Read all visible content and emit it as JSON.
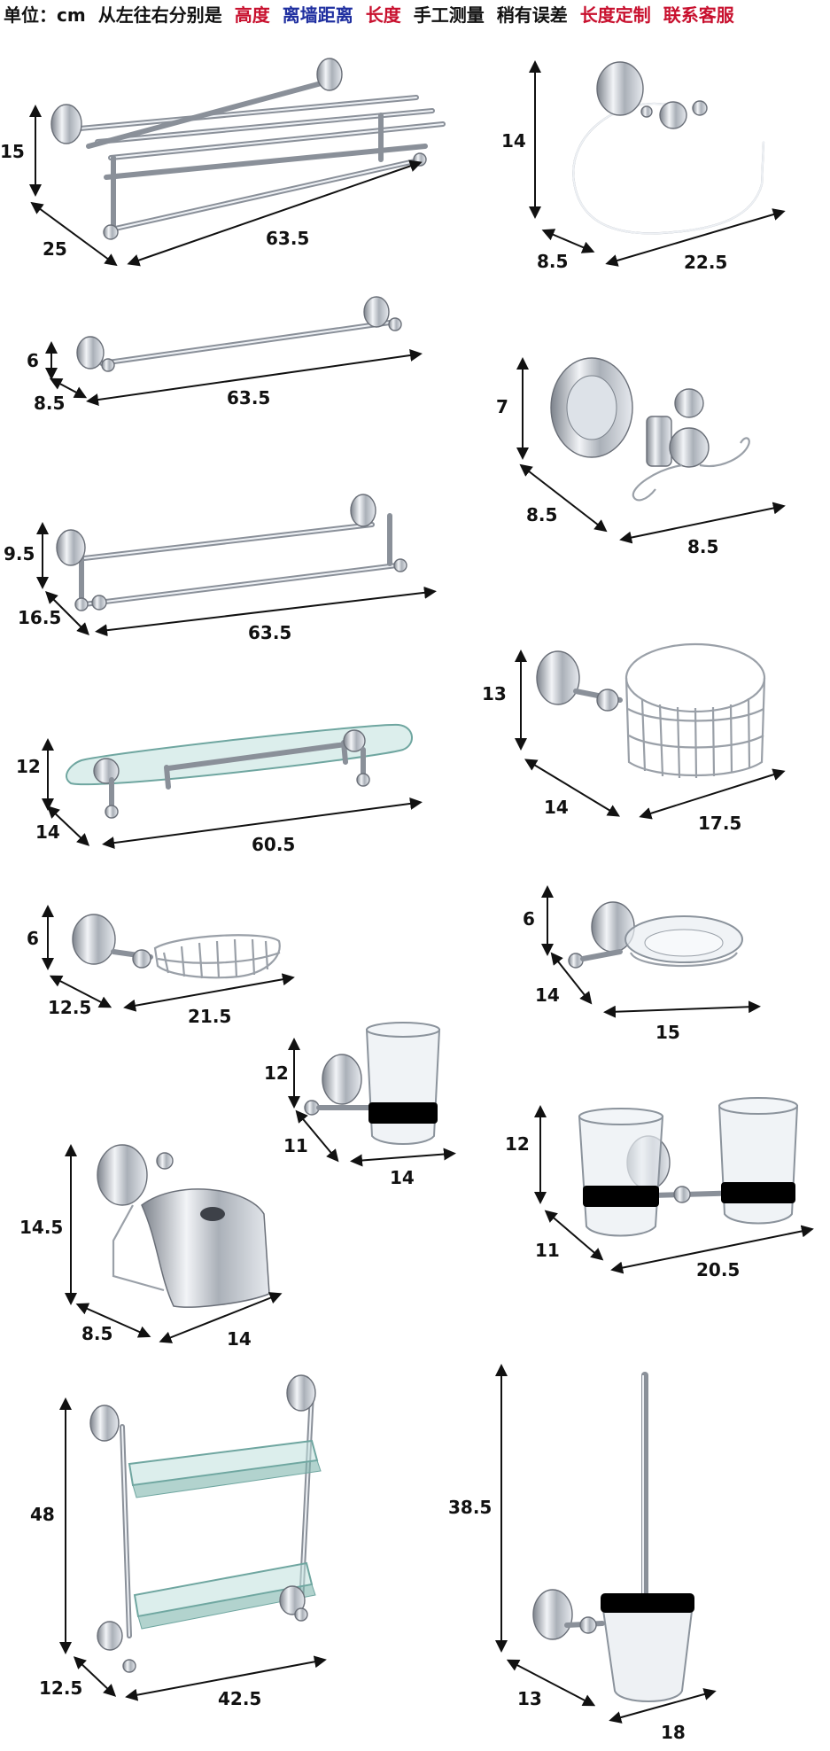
{
  "header": {
    "units": "单位：cm",
    "order_intro": "从左往右分别是",
    "height": "高度",
    "wall_distance": "离墙距离",
    "length": "长度",
    "manual_measure": "手工测量",
    "slight_error": "稍有误差",
    "length_custom": "长度定制",
    "contact_service": "联系客服"
  },
  "colors": {
    "red": "#c8102e",
    "blue": "#1f2fa0",
    "black": "#111111"
  },
  "items": [
    {
      "id": "towel-rack-shelf",
      "height": "15",
      "depth": "25",
      "length": "63.5"
    },
    {
      "id": "towel-ring",
      "height": "14",
      "depth": "8.5",
      "length": "22.5"
    },
    {
      "id": "single-towel-bar",
      "height": "6",
      "depth": "8.5",
      "length": "63.5"
    },
    {
      "id": "robe-hook",
      "height": "7",
      "depth": "8.5",
      "length": "8.5"
    },
    {
      "id": "double-towel-bar",
      "height": "9.5",
      "depth": "16.5",
      "length": "63.5"
    },
    {
      "id": "wire-basket",
      "height": "13",
      "depth": "14",
      "length": "17.5"
    },
    {
      "id": "glass-shelf",
      "height": "12",
      "depth": "14",
      "length": "60.5"
    },
    {
      "id": "soap-basket",
      "height": "6",
      "depth": "12.5",
      "length": "21.5"
    },
    {
      "id": "soap-dish",
      "height": "6",
      "depth": "14",
      "length": "15"
    },
    {
      "id": "single-tumbler",
      "height": "12",
      "depth": "11",
      "length": "14"
    },
    {
      "id": "double-tumbler",
      "height": "12",
      "depth": "11",
      "length": "20.5"
    },
    {
      "id": "paper-holder",
      "height": "14.5",
      "depth": "8.5",
      "length": "14"
    },
    {
      "id": "double-glass-shelf",
      "height": "48",
      "depth": "12.5",
      "length": "42.5"
    },
    {
      "id": "toilet-brush",
      "height": "38.5",
      "depth": "13",
      "length": "18"
    }
  ]
}
